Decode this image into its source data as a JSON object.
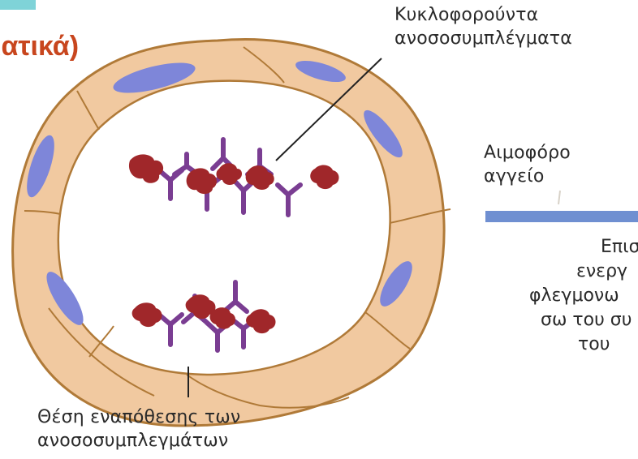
{
  "header": {
    "title_fragment": "ιατικά)"
  },
  "labels": {
    "circulating_line1": "Κυκλοφορούντα",
    "circulating_line2": "ανοσοσυμπλέγματα",
    "vessel_line1": "Αιμοφόρο",
    "vessel_line2": "αγγείο",
    "deposition_line1": "Θέση εναπόθεσης των",
    "deposition_line2": "ανοσοσυμπλεγμάτων"
  },
  "right_text": {
    "line1": "Επισ",
    "line2": "ενεργ",
    "line3": "φλεγμονω",
    "line4": "σω του συ",
    "line5": "του"
  },
  "colors": {
    "title": "#c8461e",
    "vessel_wall": "#f1c9a0",
    "vessel_outline": "#b07a38",
    "nucleus": "#7e86d9",
    "antibody": "#7a3d92",
    "antigen": "#a0272a",
    "bar": "#6f8fd1"
  }
}
